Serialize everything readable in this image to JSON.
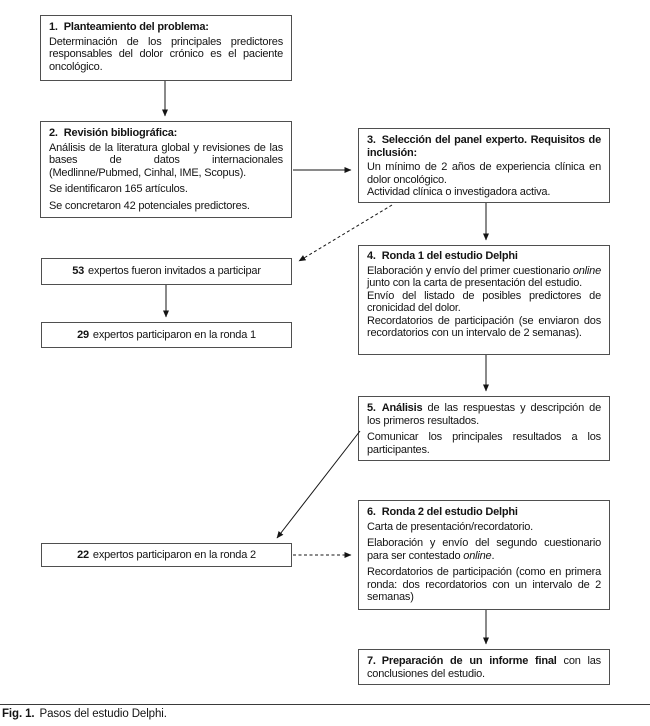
{
  "figure": {
    "caption_label": "Fig. 1.",
    "caption_text": "Pasos del estudio Delphi."
  },
  "colors": {
    "box_border": "#4f4f4f",
    "text": "#141414",
    "background": "#ffffff"
  },
  "boxes": {
    "step1": {
      "num": "1.",
      "title": "Planteamiento del problema:",
      "p1": "Determinación de los principales predictores responsables del dolor crónico es el paciente oncológico."
    },
    "step2": {
      "num": "2.",
      "title": "Revisión bibliográfica:",
      "p1": "Análisis de la literatura global y revisiones de las bases de datos internacionales (Medlinne/Pubmed, Cinhal, IME, Scopus).",
      "p2": "Se identificaron 165 artículos.",
      "p3": "Se concretaron 42 potenciales predictores."
    },
    "step3": {
      "num": "3.",
      "title": "Selección del panel experto. Requisitos de inclusión:",
      "p1": "Un mínimo de 2 años de experiencia clínica en dolor oncológico.",
      "p2": "Actividad clínica o investigadora activa."
    },
    "invited": {
      "number": "53",
      "text": "expertos fueron invitados a participar"
    },
    "round1": {
      "number": "29",
      "text": "expertos participaron en la ronda 1"
    },
    "step4": {
      "num": "4.",
      "title": "Ronda 1 del estudio Delphi",
      "p1_a": "Elaboración y envío del primer cuestionario ",
      "p1_italic": "online",
      "p1_b": " junto con la carta de presentación del estudio.",
      "p2": "Envío del listado de posibles predictores de cronicidad del dolor.",
      "p3": "Recordatorios de participación (se enviaron dos recordatorios con un intervalo de 2 semanas)."
    },
    "step5": {
      "num": "5.",
      "title_bold": "Análisis",
      "title_rest": " de las respuestas y descripción de los primeros resultados.",
      "p1": "Comunicar los principales resultados a los participantes."
    },
    "round2": {
      "number": "22",
      "text": "expertos participaron en la ronda 2"
    },
    "step6": {
      "num": "6.",
      "title": "Ronda 2 del estudio Delphi",
      "p1": "Carta de presentación/recordatorio.",
      "p2_a": "Elaboración y envío del segundo cuestionario para ser contestado ",
      "p2_italic": "online",
      "p2_b": ".",
      "p3": "Recordatorios de participación (como en primera ronda: dos recordatorios con un intervalo de 2 semanas)"
    },
    "step7": {
      "num": "7.",
      "title_bold": "Preparación de un informe final",
      "title_rest": " con las conclusiones del estudio."
    }
  }
}
